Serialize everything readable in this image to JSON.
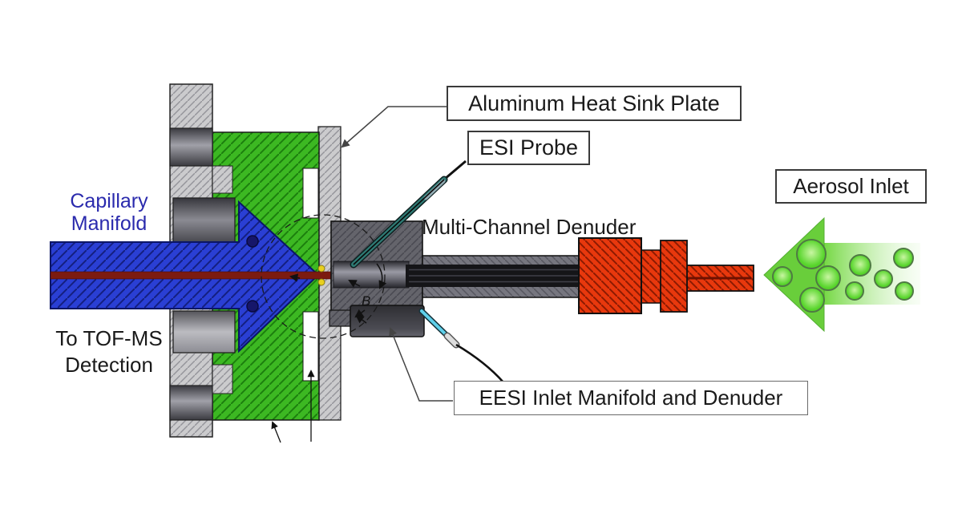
{
  "figure": {
    "title_labels": {
      "aluminum_heat_sink_plate": "Aluminum Heat Sink Plate",
      "esi_probe": "ESI Probe",
      "aerosol_inlet": "Aerosol Inlet",
      "eesi_inlet_manifold": "EESI Inlet Manifold and Denuder"
    },
    "text_labels": {
      "multi_channel_denuder": "Multi-Channel Denuder",
      "capillary_manifold": [
        "Capillary",
        "Manifold"
      ],
      "tof_ms": [
        "To TOF-MS",
        "Detection"
      ],
      "detail_marker": "B"
    },
    "colors": {
      "capillary_manifold_blue": "#2a3fd4",
      "mount_plate_green": "#3cb822",
      "heat_sink_gray": "#cbcbcd",
      "manifold_dark_gray": "#64646b",
      "denuder_casing_gray": "#76767f",
      "fitting_red": "#e8380d",
      "aerosol_arrow_green": "#5ecb2d",
      "esi_probe_teal": "#2f7a74",
      "solvent_capillary_cyan": "#5fd0ea",
      "capillary_line_maroon": "#7c1b10",
      "label_text": "#1a1a1a",
      "capillary_label_blue": "#2a2aad"
    }
  }
}
